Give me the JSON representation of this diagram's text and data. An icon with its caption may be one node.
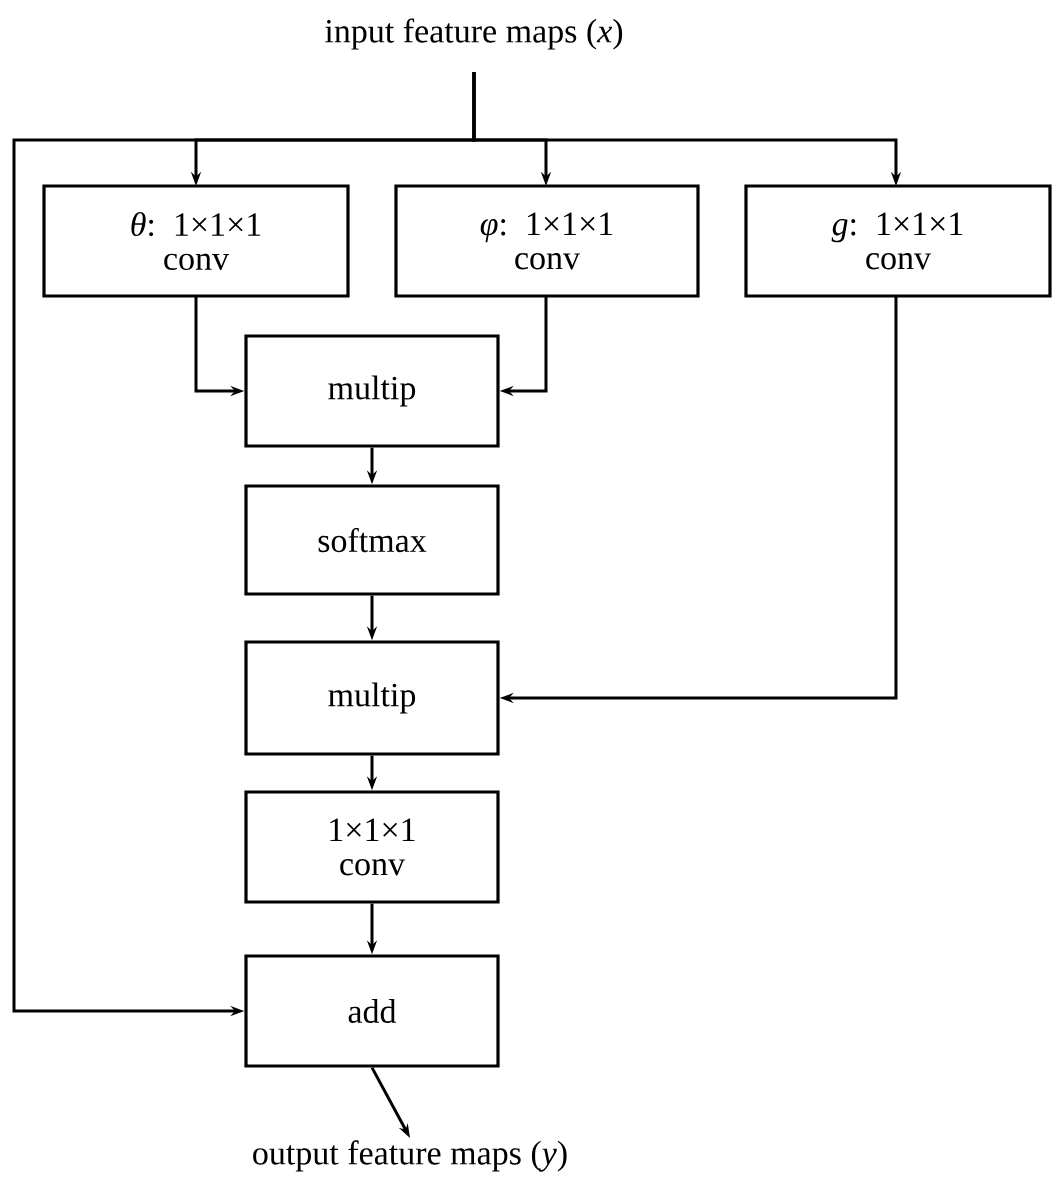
{
  "diagram": {
    "nodes": [
      {
        "text": [
          "input feature maps (*x*)"
        ]
      },
      {
        "text": [
          "*θ*: 1×1×1 conv"
        ]
      },
      {
        "text": [
          "*φ*: 1×1×1 conv"
        ]
      },
      {
        "text": [
          "*g*: 1×1×1 conv"
        ]
      },
      {
        "text": [
          "multip"
        ]
      },
      {
        "text": [
          "softmax"
        ]
      },
      {
        "text": [
          "multip"
        ]
      },
      {
        "text": [
          "1×1×1 conv"
        ]
      },
      {
        "text": [
          "add"
        ]
      },
      {
        "text": [
          "output feature maps (*y*)"
        ]
      }
    ],
    "edges": [
      {
        "from": 0,
        "to": 1,
        "arrow": "to"
      },
      {
        "from": 0,
        "to": 2,
        "arrow": "to"
      },
      {
        "from": 0,
        "to": 3,
        "arrow": "to"
      },
      {
        "from": 0,
        "to": 8,
        "arrow": "to"
      },
      {
        "from": 1,
        "to": 4,
        "arrow": "to"
      },
      {
        "from": 2,
        "to": 4,
        "arrow": "to"
      },
      {
        "from": 4,
        "to": 5,
        "arrow": "to"
      },
      {
        "from": 5,
        "to": 6,
        "arrow": "to"
      },
      {
        "from": 3,
        "to": 6,
        "arrow": "to"
      },
      {
        "from": 6,
        "to": 7,
        "arrow": "to"
      },
      {
        "from": 7,
        "to": 8,
        "arrow": "to"
      },
      {
        "from": 8,
        "to": 9,
        "arrow": "to"
      }
    ]
  }
}
